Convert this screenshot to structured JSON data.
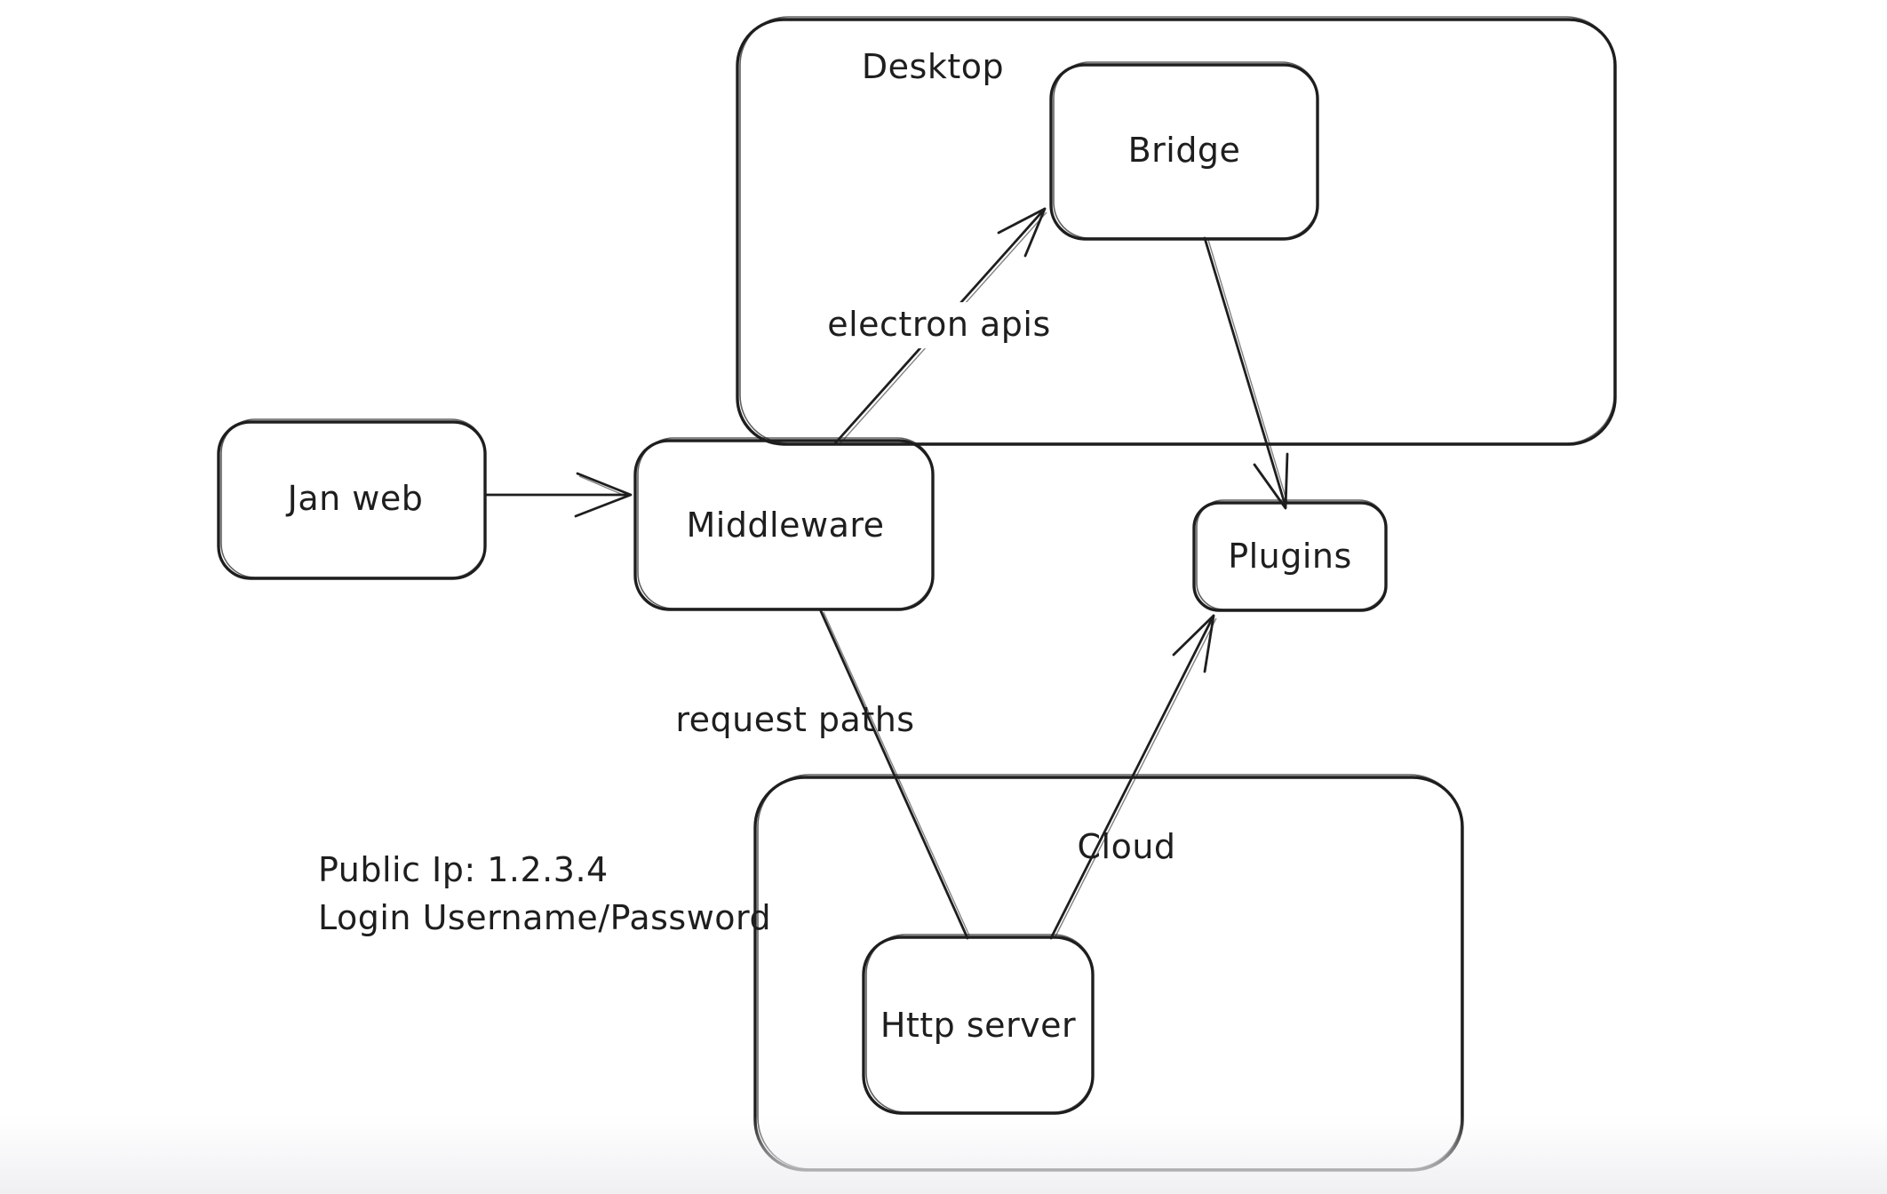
{
  "diagram": {
    "colors": {
      "stroke": "#1e1e1e",
      "background": "#ffffff"
    },
    "containers": {
      "desktop": {
        "label": "Desktop"
      },
      "cloud": {
        "label": "Cloud"
      }
    },
    "nodes": {
      "jan_web": {
        "label": "Jan web"
      },
      "middleware": {
        "label": "Middleware"
      },
      "bridge": {
        "label": "Bridge"
      },
      "plugins": {
        "label": "Plugins"
      },
      "http_server": {
        "label": "Http server"
      }
    },
    "edge_labels": {
      "middleware_to_bridge": "electron apis",
      "middleware_to_http_server": "request paths"
    },
    "notes": {
      "line1": "Public Ip: 1.2.3.4",
      "line2": "Login Username/Password"
    }
  }
}
